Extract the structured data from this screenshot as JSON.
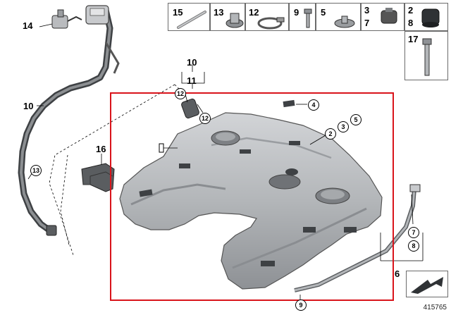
{
  "diagram_id": "415765",
  "parts_table": {
    "cells": [
      {
        "id": "c15",
        "label": "15"
      },
      {
        "id": "c13",
        "label": "13"
      },
      {
        "id": "c12",
        "label": "12"
      },
      {
        "id": "c9",
        "label": "9"
      },
      {
        "id": "c5",
        "label": "5"
      },
      {
        "id": "c3",
        "label": "3"
      },
      {
        "id": "c7",
        "label": "7"
      },
      {
        "id": "c2",
        "label": "2"
      },
      {
        "id": "c8",
        "label": "8"
      },
      {
        "id": "c17",
        "label": "17"
      }
    ]
  },
  "callouts": {
    "n14": "14",
    "n10_left": "10",
    "n10_top": "10",
    "n11": "11",
    "n16": "16",
    "n6": "6"
  },
  "circled": {
    "c13_hose": "13",
    "c12_a": "12",
    "c12_b": "12",
    "c4": "4",
    "c2": "2",
    "c3": "3",
    "c5": "5",
    "c7": "7",
    "c8": "8",
    "c9": "9"
  },
  "colors": {
    "highlight": "#d9141b",
    "line": "#000000",
    "tank": "#b7b9bc",
    "tank_dark": "#7d8084",
    "hose": "#4a4d50"
  }
}
